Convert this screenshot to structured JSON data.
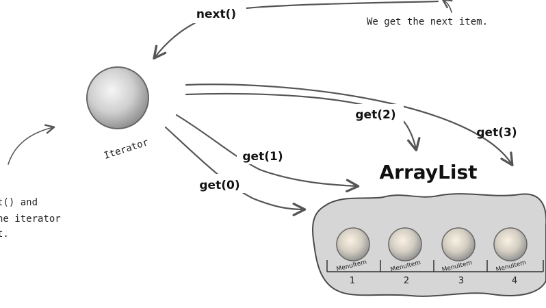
{
  "diagram": {
    "calls": {
      "next": "next()",
      "get0": "get(0)",
      "get1": "get(1)",
      "get2": "get(2)",
      "get3": "get(3)"
    },
    "annotation_next": "We get the next item.",
    "iterator_label": "Iterator",
    "collection_title": "ArrayList",
    "left_note": {
      "line1": "t() and",
      "line2": "ne iterator",
      "line3": "t."
    },
    "items": [
      {
        "label": "MenuItem",
        "index": "1"
      },
      {
        "label": "MenuItem",
        "index": "2"
      },
      {
        "label": "MenuItem",
        "index": "3"
      },
      {
        "label": "MenuItem",
        "index": "4"
      }
    ],
    "colors": {
      "blob": "#d6d6d6",
      "sphere_light": "#f3f3f3",
      "sphere_dark": "#9a9a9a",
      "item_light": "#f7ecd9",
      "item_dark": "#a0a0a0"
    }
  }
}
